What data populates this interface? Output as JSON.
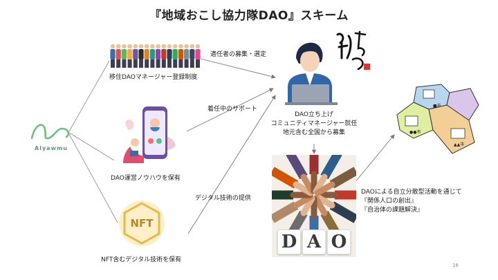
{
  "title": "『地域おこし協力隊DAO』スキーム",
  "logo": {
    "text": "Alyawmu"
  },
  "left_items": [
    {
      "label": "移住DAOマネージャー登録制度"
    },
    {
      "label": "DAO運営ノウハウを保有"
    },
    {
      "label": "NFT含むデジタル技術を保有"
    }
  ],
  "nft_badge": "NFT",
  "arrows": {
    "recruit": "適任者の募集・選定",
    "support": "着任中のサポート",
    "digital": "デジタル技術の提供"
  },
  "center": {
    "lines": [
      "DAO立ち上げ",
      "コミュニティマネージャー就任",
      "地元含む全国から募集"
    ]
  },
  "dao_letters": [
    "D",
    "A",
    "O"
  ],
  "result": {
    "lines": [
      "DAOによる自立分散型活動を通じて",
      "『関係人口の創出』",
      "『自治体の課題解決』"
    ]
  },
  "map_tags": [
    "■市",
    "●●市",
    "▲▲市"
  ],
  "page_number": "16"
}
